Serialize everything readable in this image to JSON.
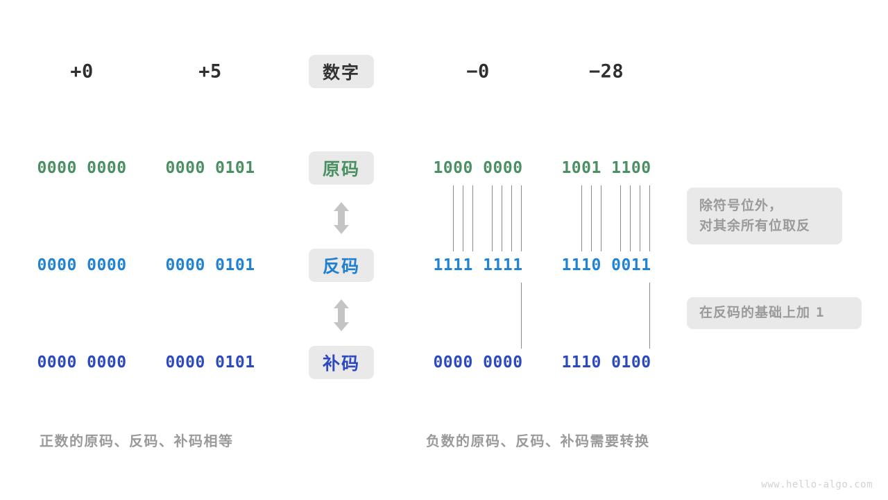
{
  "meta": {
    "watermark": "www.hello-algo.com",
    "colors": {
      "background": "#ffffff",
      "pill_background": "#e9e9e9",
      "header_text": "#2f2f2f",
      "green": "#4a9062",
      "blue_ones_complement": "#2183d4",
      "blue_twos_complement": "#2c49c0",
      "note_text": "#9a9a9a",
      "tick_line": "#8a8a8a",
      "arrow": "#c4c4c4",
      "watermark": "#d2d2d2"
    }
  },
  "header": {
    "row_label": "数字",
    "columns": [
      {
        "value": "+0"
      },
      {
        "value": "+5"
      },
      {
        "value": "−0"
      },
      {
        "value": "−28"
      }
    ]
  },
  "rows": [
    {
      "label": "原码",
      "label_color": "#4a9062",
      "values": [
        "0000 0000",
        "0000 0101",
        "1000 0000",
        "1001 1100"
      ]
    },
    {
      "label": "反码",
      "label_color": "#2183d4",
      "values": [
        "0000 0000",
        "0000 0101",
        "1111 1111",
        "1110 0011"
      ]
    },
    {
      "label": "补码",
      "label_color": "#2c49c0",
      "values": [
        "0000 0000",
        "0000 0101",
        "0000 0000",
        "1110 0100"
      ]
    }
  ],
  "notes": [
    {
      "id": "invert-note",
      "lines": [
        "除符号位外，",
        "对其余所有位取反"
      ]
    },
    {
      "id": "add-one-note",
      "text_before": "在反码的基础上加",
      "text_mono": "1"
    }
  ],
  "captions": {
    "left": "正数的原码、反码、补码相等",
    "right": "负数的原码、反码、补码需要转换"
  }
}
